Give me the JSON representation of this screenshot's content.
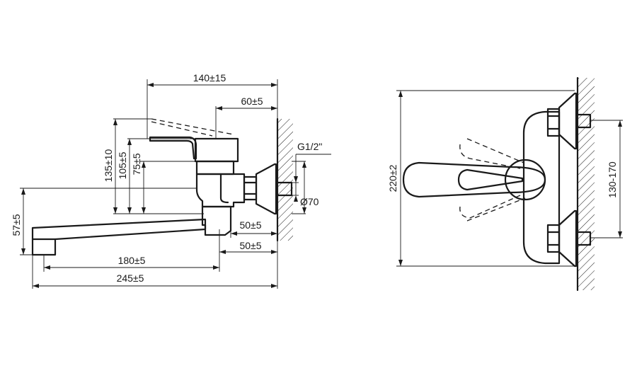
{
  "side_view": {
    "dims": {
      "d140": "140±15",
      "d60": "60±5",
      "d135": "135±10",
      "d105": "105±5",
      "d75": "75±5",
      "d57": "57±5",
      "g12": "G1/2\"",
      "d70": "Ø70",
      "d50a": "50±5",
      "d50b": "50±5",
      "d180": "180±5",
      "d245": "245±5"
    }
  },
  "front_view": {
    "dims": {
      "d220": "220±2",
      "d130": "130-170"
    }
  }
}
